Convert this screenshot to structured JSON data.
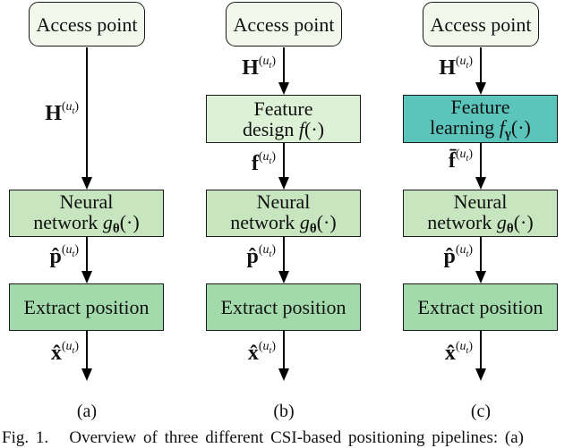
{
  "caption": "Fig. 1.   Overview of three different CSI-based positioning pipelines: (a)",
  "tags": {
    "a": "(a)",
    "b": "(b)",
    "c": "(c)"
  },
  "colors": {
    "background": "#ffffff",
    "box_border": "#1a1a1a",
    "text": "#111111",
    "arrow": "#000000",
    "access_fill": "#f2f9ec",
    "feature_design_fill": "#dcf1d6",
    "feature_learning_fill": "#5cc5bb",
    "neural_fill": "#c7e6bf",
    "extract_fill": "#a3daab"
  },
  "nodes": {
    "access": {
      "lines": [
        [
          {
            "t": "Access point",
            "s": "rm"
          }
        ]
      ]
    },
    "feature_design": {
      "lines": [
        [
          {
            "t": "Feature",
            "s": "rm"
          }
        ],
        [
          {
            "t": "design ",
            "s": "rm"
          },
          {
            "t": "f",
            "s": "it"
          },
          {
            "t": "(·)",
            "s": "rm"
          }
        ]
      ]
    },
    "feature_learning": {
      "lines": [
        [
          {
            "t": "Feature",
            "s": "rm"
          }
        ],
        [
          {
            "t": "learning ",
            "s": "rm"
          },
          {
            "t": "f",
            "s": "it"
          },
          {
            "t": "γ",
            "s": "subbf"
          },
          {
            "t": "(·)",
            "s": "rm"
          }
        ]
      ]
    },
    "neural": {
      "lines": [
        [
          {
            "t": "Neural",
            "s": "rm"
          }
        ],
        [
          {
            "t": "network ",
            "s": "rm"
          },
          {
            "t": "g",
            "s": "it"
          },
          {
            "t": "θ",
            "s": "subbf"
          },
          {
            "t": "(·)",
            "s": "rm"
          }
        ]
      ]
    },
    "extract": {
      "lines": [
        [
          {
            "t": "Extract position",
            "s": "rm"
          }
        ]
      ]
    }
  },
  "edge_labels": {
    "H": [
      {
        "t": "H",
        "s": "bf"
      },
      {
        "t": "(",
        "s": "sup"
      },
      {
        "t": "u",
        "s": "supit"
      },
      {
        "t": "t",
        "s": "supsubit"
      },
      {
        "t": ")",
        "s": "sup"
      }
    ],
    "f": [
      {
        "t": "f",
        "s": "bf"
      },
      {
        "t": "(",
        "s": "sup"
      },
      {
        "t": "u",
        "s": "supit"
      },
      {
        "t": "t",
        "s": "supsubit"
      },
      {
        "t": ")",
        "s": "sup"
      }
    ],
    "fbar": [
      {
        "t": "f̄",
        "s": "bf"
      },
      {
        "t": "(",
        "s": "sup"
      },
      {
        "t": "u",
        "s": "supit"
      },
      {
        "t": "t",
        "s": "supsubit"
      },
      {
        "t": ")",
        "s": "sup"
      }
    ],
    "p": [
      {
        "t": "p̂",
        "s": "bf"
      },
      {
        "t": "(",
        "s": "sup"
      },
      {
        "t": "u",
        "s": "supit"
      },
      {
        "t": "t",
        "s": "supsubit"
      },
      {
        "t": ")",
        "s": "sup"
      }
    ],
    "x": [
      {
        "t": "x̂",
        "s": "bf"
      },
      {
        "t": "(",
        "s": "sup"
      },
      {
        "t": "u",
        "s": "supit"
      },
      {
        "t": "t",
        "s": "supsubit"
      },
      {
        "t": ")",
        "s": "sup"
      }
    ]
  }
}
